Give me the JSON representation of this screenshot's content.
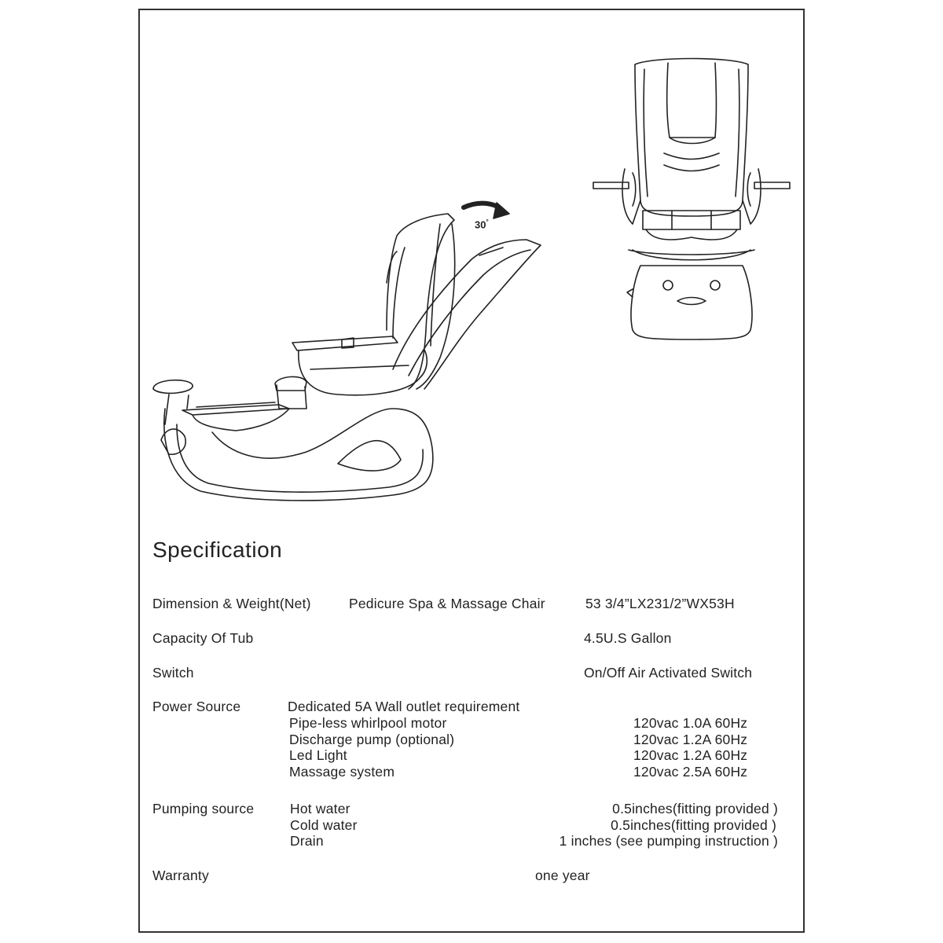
{
  "diagram": {
    "recline_angle_label": "30",
    "recline_angle_unit": "°"
  },
  "spec": {
    "heading": "Specification",
    "dimension": {
      "label": "Dimension & Weight(Net)",
      "item": "Pedicure Spa & Massage Chair",
      "value": "53 3/4”LX231/2”WX53H"
    },
    "capacity": {
      "label": "Capacity Of Tub",
      "value": "4.5U.S Gallon"
    },
    "switch": {
      "label": "Switch",
      "value": "On/Off Air Activated Switch"
    },
    "power": {
      "label": "Power Source",
      "requirement": "Dedicated 5A Wall outlet requirement",
      "items": [
        {
          "name": "Pipe-less whirlpool motor",
          "value": "120vac 1.0A 60Hz"
        },
        {
          "name": "Discharge pump (optional)",
          "value": "120vac 1.2A 60Hz"
        },
        {
          "name": "Led Light",
          "value": "120vac 1.2A 60Hz"
        },
        {
          "name": "Massage system",
          "value": "120vac 2.5A 60Hz"
        }
      ]
    },
    "pumping": {
      "label": "Pumping source",
      "items": [
        {
          "name": "Hot water",
          "value": "0.5inches(fitting provided )"
        },
        {
          "name": "Cold water",
          "value": "0.5inches(fitting provided )"
        },
        {
          "name": "Drain",
          "value": "1 inches (see pumping instruction )"
        }
      ]
    },
    "warranty": {
      "label": "Warranty",
      "value": "one year"
    }
  }
}
